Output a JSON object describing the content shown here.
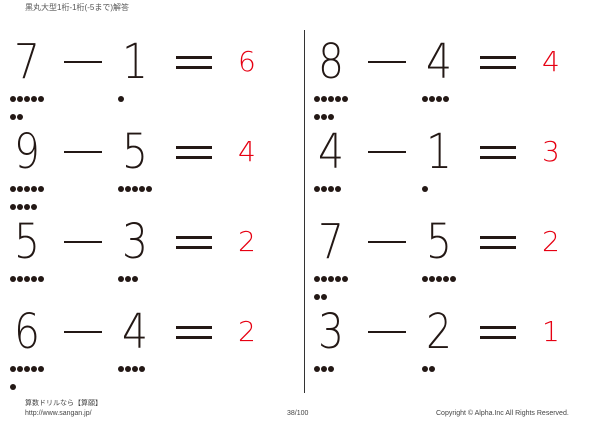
{
  "header": {
    "title": "黒丸大型1桁-1桁(-5まで)解答"
  },
  "problems": [
    {
      "a": 7,
      "op": "−",
      "b": 1,
      "eq": "=",
      "answer": "6"
    },
    {
      "a": 8,
      "op": "−",
      "b": 4,
      "eq": "=",
      "answer": "4"
    },
    {
      "a": 9,
      "op": "−",
      "b": 5,
      "eq": "=",
      "answer": "4"
    },
    {
      "a": 4,
      "op": "−",
      "b": 1,
      "eq": "=",
      "answer": "3"
    },
    {
      "a": 5,
      "op": "−",
      "b": 3,
      "eq": "=",
      "answer": "2"
    },
    {
      "a": 7,
      "op": "−",
      "b": 5,
      "eq": "=",
      "answer": "2"
    },
    {
      "a": 6,
      "op": "−",
      "b": 4,
      "eq": "=",
      "answer": "2"
    },
    {
      "a": 3,
      "op": "−",
      "b": 2,
      "eq": "=",
      "answer": "1"
    }
  ],
  "footer": {
    "brand": "算数ドリルなら【算願】",
    "url": "http://www.sangan.jp/",
    "page": "38/100",
    "copyright": "Copyright © Alpha.Inc All Rights Reserved."
  },
  "colors": {
    "answer": "#e60012",
    "ink": "#231815"
  }
}
